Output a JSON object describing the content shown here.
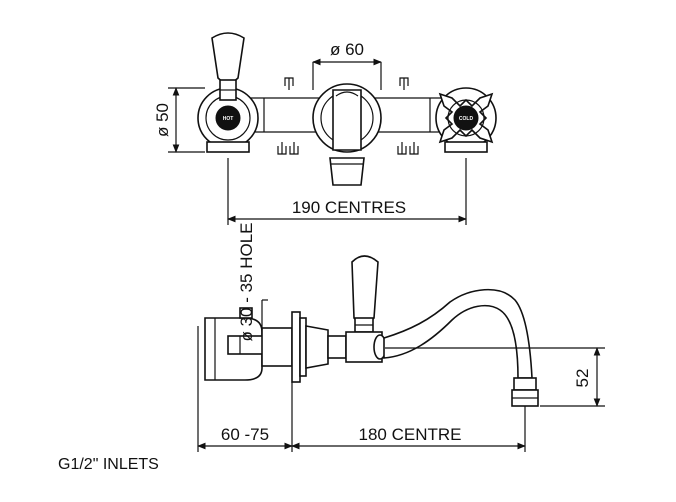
{
  "top_view": {
    "spout_diameter": "ø 60",
    "height_diameter": "ø 50",
    "centres": "190 CENTRES",
    "hot_label": "HOT",
    "cold_label": "COLD"
  },
  "side_view": {
    "hole": "ø 30 - 35 HOLE",
    "depth": "60 -75",
    "reach": "180 CENTRE",
    "height": "52"
  },
  "footer": {
    "inlets": "G1/2\" INLETS"
  }
}
